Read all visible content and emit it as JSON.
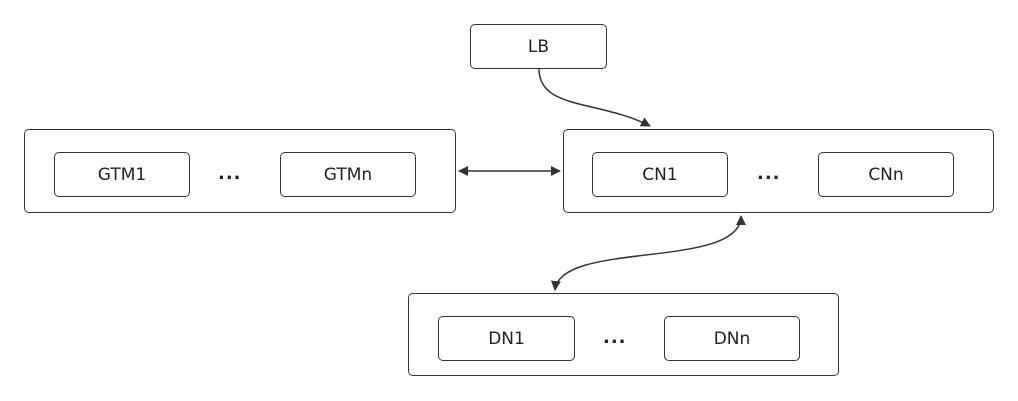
{
  "colors": {
    "stroke": "#333333",
    "text": "#222222",
    "background": "#ffffff"
  },
  "lb": {
    "label": "LB"
  },
  "gtm_group": {
    "first": "GTM1",
    "ellipsis": "...",
    "last": "GTMn"
  },
  "cn_group": {
    "first": "CN1",
    "ellipsis": "...",
    "last": "CNn"
  },
  "dn_group": {
    "first": "DN1",
    "ellipsis": "...",
    "last": "DNn"
  },
  "connections": [
    {
      "from": "LB",
      "to": "CN group",
      "kind": "one-way"
    },
    {
      "from": "GTM group",
      "to": "CN group",
      "kind": "two-way"
    },
    {
      "from": "CN group",
      "to": "DN group",
      "kind": "two-way"
    }
  ]
}
